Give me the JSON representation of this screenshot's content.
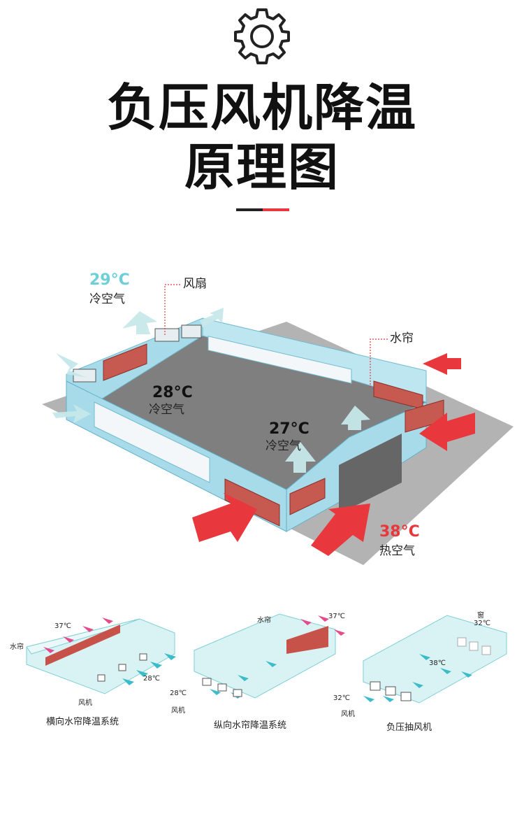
{
  "header": {
    "title_line1": "负压风机降温",
    "title_line2": "原理图"
  },
  "main_diagram": {
    "label_fan": "风扇",
    "label_curtain": "水帘",
    "zone_outside_cold": {
      "temp": "29°C",
      "desc": "冷空气"
    },
    "zone_inner_left": {
      "temp": "28°C",
      "desc": "冷空气"
    },
    "zone_inner_right": {
      "temp": "27°C",
      "desc": "冷空气"
    },
    "zone_outside_hot": {
      "temp": "38°C",
      "desc": "热空气"
    }
  },
  "systems": [
    {
      "caption": "横向水帘降温系统",
      "label_curtain": "水帘",
      "label_fan": "风机",
      "temp_in": "37℃",
      "temp_out": "28℃"
    },
    {
      "caption": "纵向水帘降温系统",
      "label_curtain": "水帘",
      "label_fan": "风机",
      "temp_in": "37℃",
      "temp_out": "28℃"
    },
    {
      "caption": "负压抽风机",
      "label_window": "窗",
      "label_fan": "风机",
      "temp_window": "32℃",
      "temp_inside": "38℃",
      "temp_out": "32℃"
    }
  ],
  "colors": {
    "cold": "#6dd0d8",
    "hot": "#e8383d",
    "wall": "#a8dbe9",
    "floor": "#7f7f7f",
    "ground": "#b3b3b3",
    "accent_dark": "#222222"
  },
  "icons": {
    "header": "gear-icon"
  }
}
